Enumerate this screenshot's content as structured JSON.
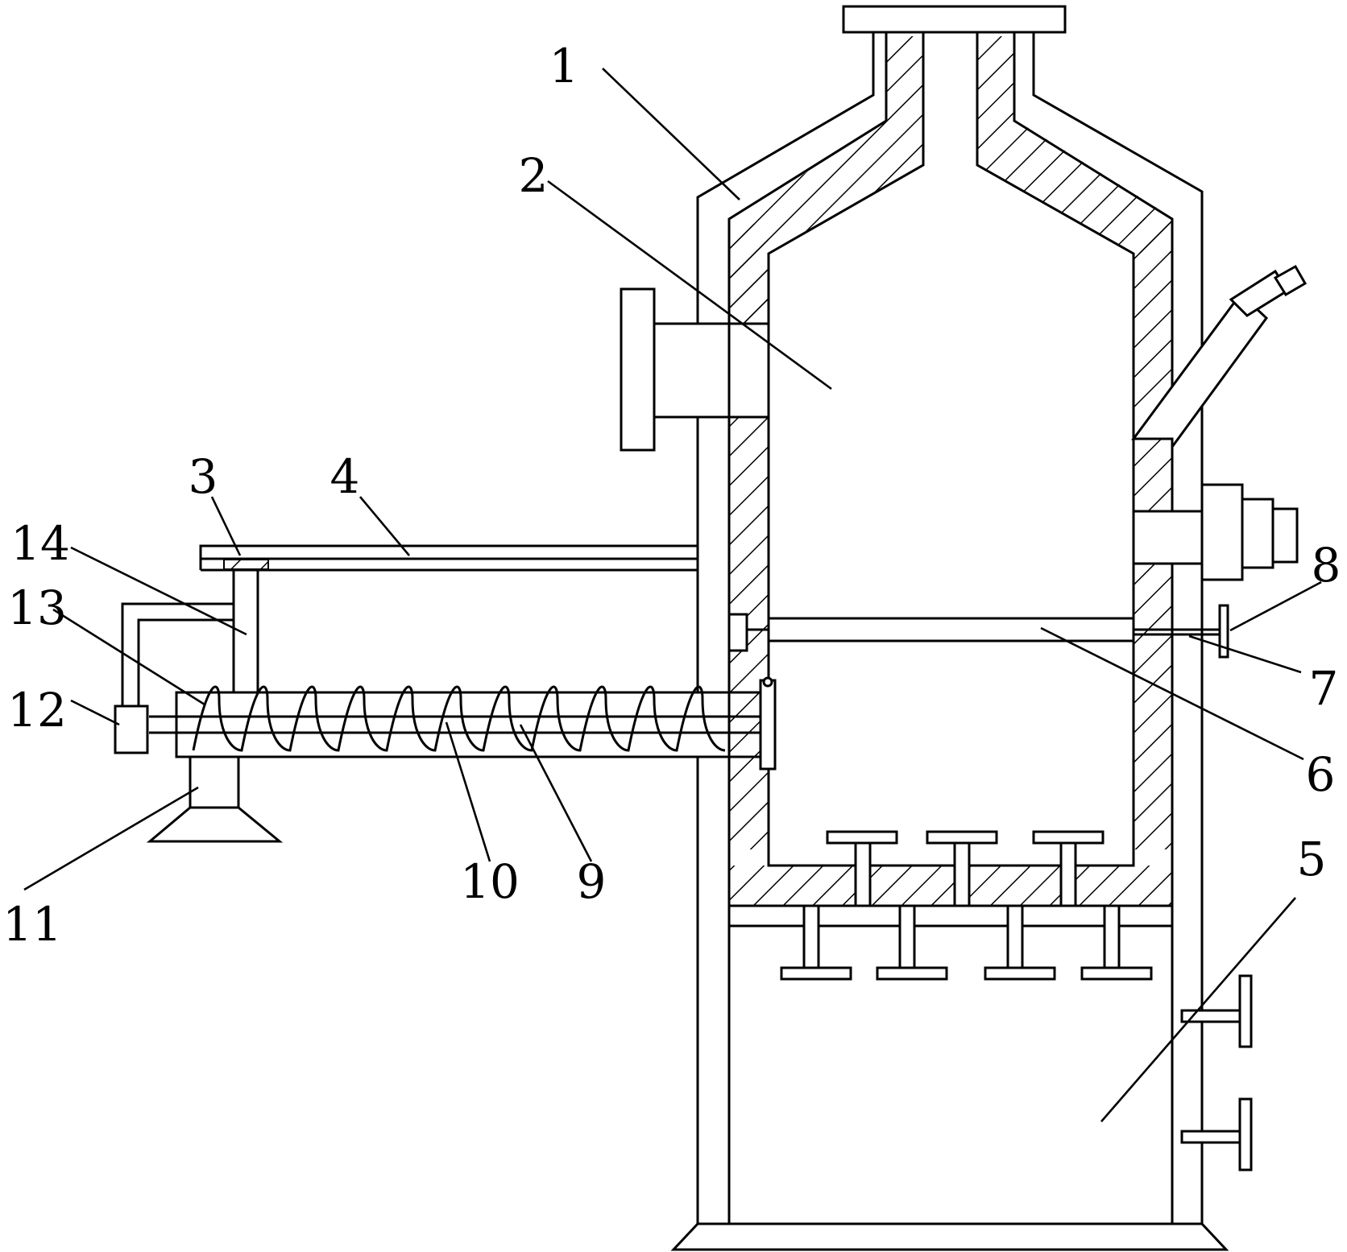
{
  "figure": {
    "type": "patent-style mechanical cross-section drawing",
    "line_color": "#000000",
    "background": "#ffffff"
  },
  "labels": {
    "l1": "1",
    "l2": "2",
    "l3": "3",
    "l4": "4",
    "l5": "5",
    "l6": "6",
    "l7": "7",
    "l8": "8",
    "l9": "9",
    "l10": "10",
    "l11": "11",
    "l12": "12",
    "l13": "13",
    "l14": "14"
  }
}
